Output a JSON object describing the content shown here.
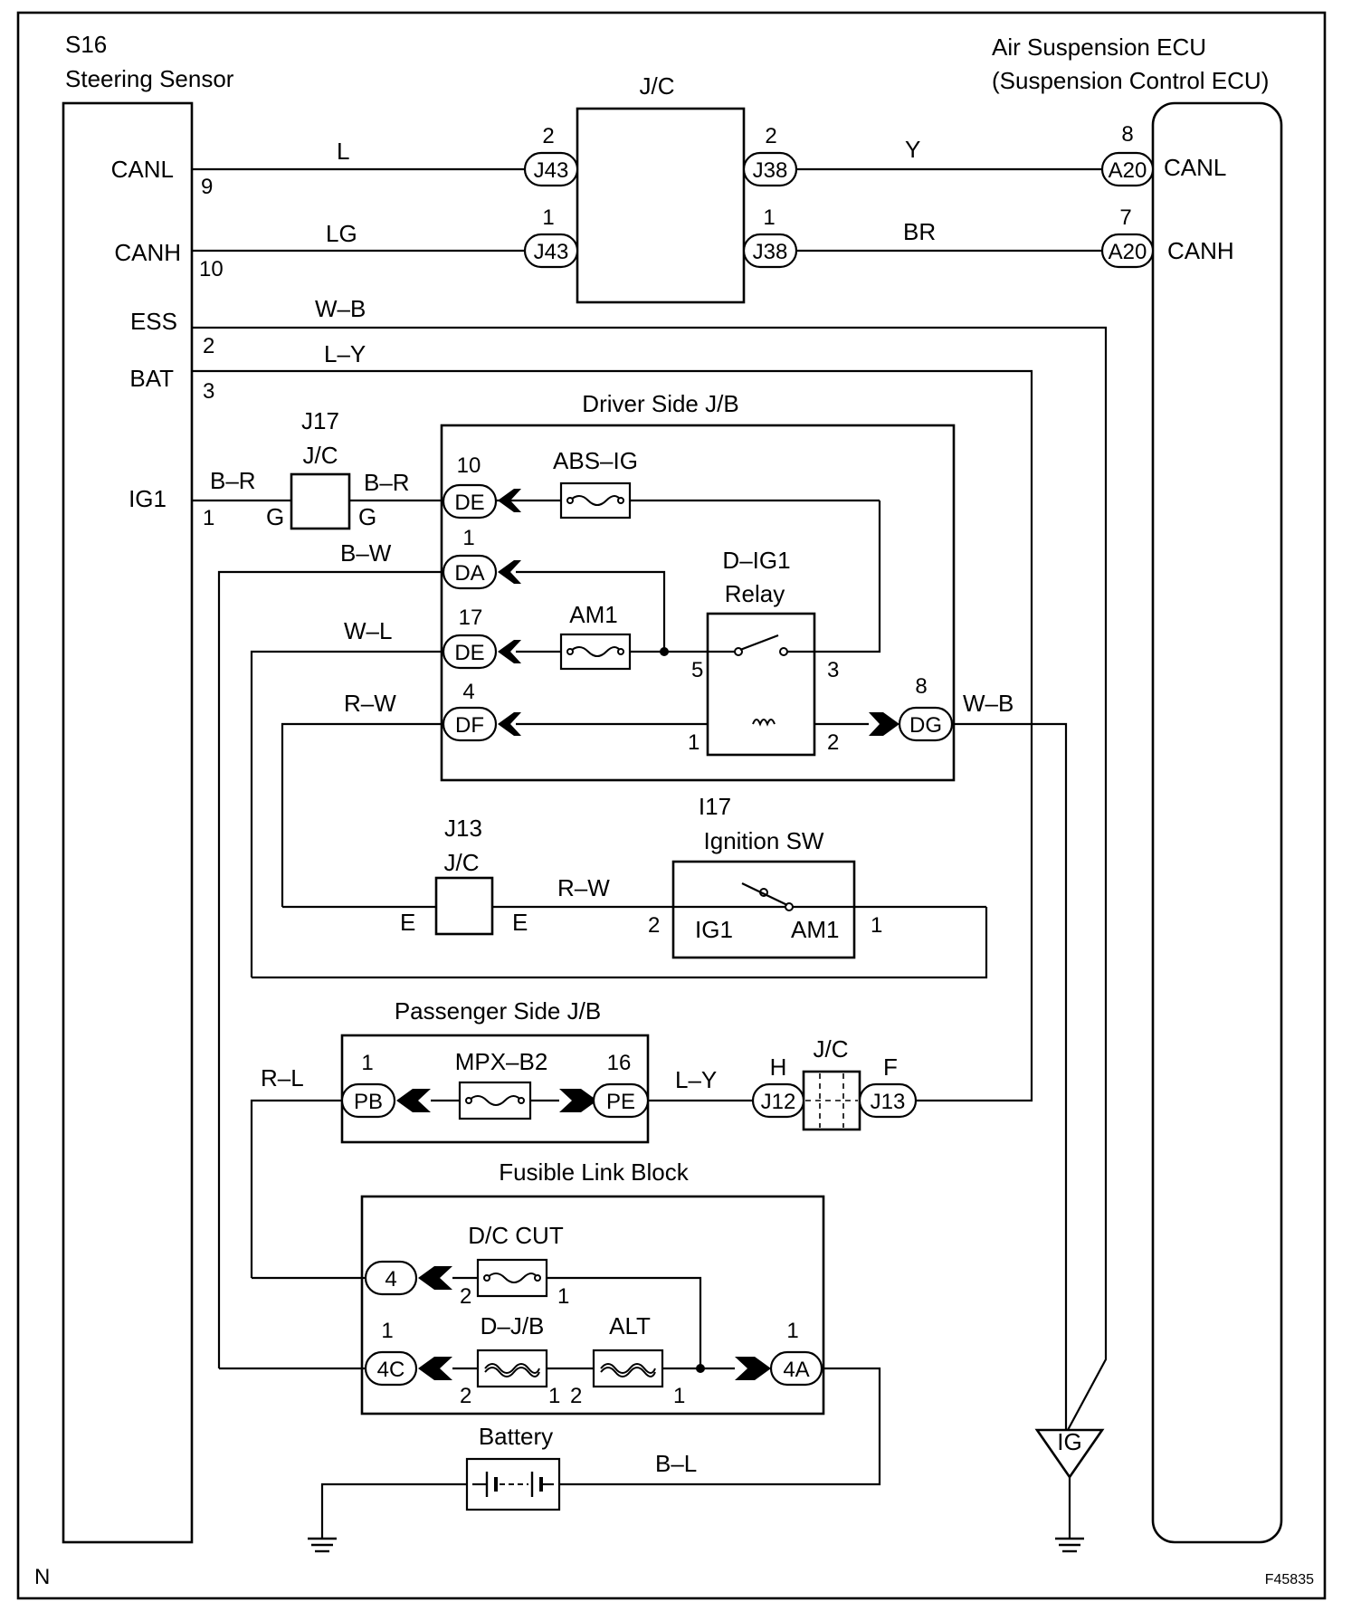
{
  "sensor": {
    "code": "S16",
    "name": "Steering Sensor",
    "pins": [
      {
        "label": "CANL",
        "num": "9"
      },
      {
        "label": "CANH",
        "num": "10"
      },
      {
        "label": "ESS",
        "num": "2"
      },
      {
        "label": "BAT",
        "num": "3"
      },
      {
        "label": "IG1",
        "num": "1"
      }
    ]
  },
  "ecu": {
    "name": "Air Suspension ECU",
    "subname": "(Suspension Control ECU)",
    "pins": [
      {
        "label": "CANL",
        "connector": "A20",
        "num": "8"
      },
      {
        "label": "CANH",
        "connector": "A20",
        "num": "7"
      }
    ]
  },
  "jc_top": {
    "label": "J/C",
    "left": [
      {
        "connector": "J43",
        "num": "2"
      },
      {
        "connector": "J43",
        "num": "1"
      }
    ],
    "right": [
      {
        "connector": "J38",
        "num": "2"
      },
      {
        "connector": "J38",
        "num": "1"
      }
    ]
  },
  "wires": {
    "canl_left": "L",
    "canl_right": "Y",
    "canh_left": "LG",
    "canh_right": "BR",
    "ess": "W–B",
    "bat": "L–Y",
    "ig1_left": "B–R",
    "ig1_right": "B–R",
    "da": "B–W",
    "de17": "W–L",
    "df": "R–W",
    "dg": "W–B",
    "ign": "R–W",
    "pb": "R–L",
    "pe": "L–Y",
    "battery": "B–L"
  },
  "j17": {
    "code": "J17",
    "label": "J/C",
    "pin_left": "G",
    "pin_right": "G"
  },
  "driver_jb": {
    "title": "Driver Side J/B",
    "connectors": [
      {
        "name": "DE",
        "num": "10"
      },
      {
        "name": "DA",
        "num": "1"
      },
      {
        "name": "DE",
        "num": "17"
      },
      {
        "name": "DF",
        "num": "4"
      },
      {
        "name": "DG",
        "num": "8"
      }
    ],
    "fuses": [
      "ABS–IG",
      "AM1"
    ],
    "relay": {
      "line1": "D–IG1",
      "line2": "Relay",
      "pins": [
        "5",
        "3",
        "1",
        "2"
      ]
    }
  },
  "j13": {
    "code": "J13",
    "label": "J/C",
    "pin_left": "E",
    "pin_right": "E"
  },
  "ignition": {
    "code": "I17",
    "name": "Ignition SW",
    "left_label": "IG1",
    "right_label": "AM1",
    "pin_left": "2",
    "pin_right": "1"
  },
  "passenger_jb": {
    "title": "Passenger Side J/B",
    "fuse": "MPX–B2",
    "connectors": [
      {
        "name": "PB",
        "num": "1"
      },
      {
        "name": "PE",
        "num": "16"
      }
    ]
  },
  "jc_mid": {
    "label": "J/C",
    "left": {
      "connector": "J12",
      "pin": "H"
    },
    "right": {
      "connector": "J13",
      "pin": "F"
    }
  },
  "fusible": {
    "title": "Fusible Link Block",
    "fuses": [
      "D/C CUT",
      "D–J/B",
      "ALT"
    ],
    "connectors": [
      {
        "name": "4",
        "num": ""
      },
      {
        "name": "4C",
        "num": "1"
      },
      {
        "name": "4A",
        "num": "1"
      }
    ],
    "pin_numbers": [
      "2",
      "1",
      "2",
      "1",
      "2",
      "1"
    ]
  },
  "battery": {
    "label": "Battery"
  },
  "ig_symbol": "IG",
  "footer": {
    "left": "N",
    "right": "F45835"
  }
}
